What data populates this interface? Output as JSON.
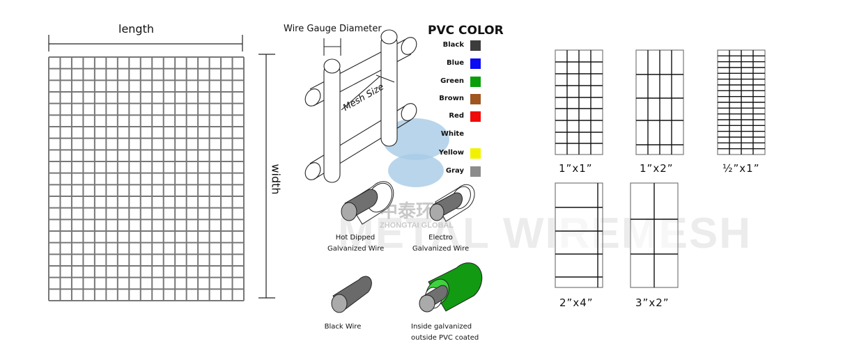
{
  "watermark": {
    "logo_cn": "中泰环球",
    "logo_en": "ZHONGTAI GLOBAL",
    "brand": "METAL WIREMESH"
  },
  "dimensions": {
    "length_label": "length",
    "width_label": "width"
  },
  "wire_diagram": {
    "gauge_label": "Wire Gauge Diameter",
    "mesh_size_label": "Mesh Size"
  },
  "pvc_colors": {
    "title": "PVC COLOR",
    "items": [
      {
        "name": "Black",
        "color": "#3c3c3c"
      },
      {
        "name": "Blue",
        "color": "#0a0af5"
      },
      {
        "name": "Green",
        "color": "#0a9f0a"
      },
      {
        "name": "Brown",
        "color": "#a0561e"
      },
      {
        "name": "Red",
        "color": "#f00a0a"
      },
      {
        "name": "White",
        "color": "#ffffff"
      },
      {
        "name": "Yellow",
        "color": "#f2f200"
      },
      {
        "name": "Gray",
        "color": "#8c8c8c"
      }
    ]
  },
  "wire_types": [
    {
      "line1": "Hot Dipped",
      "line2": "Galvanized Wire"
    },
    {
      "line1": "Electro",
      "line2": "Galvanized Wire"
    },
    {
      "line1": "Black Wire",
      "line2": ""
    },
    {
      "line1": "Inside galvanized",
      "line2": "outside PVC coated"
    }
  ],
  "mesh_sizes": [
    {
      "label": "1”x1”"
    },
    {
      "label": "1”x2”"
    },
    {
      "label": "½”x1”"
    },
    {
      "label": "2”x4”"
    },
    {
      "label": "3”x2”"
    }
  ]
}
